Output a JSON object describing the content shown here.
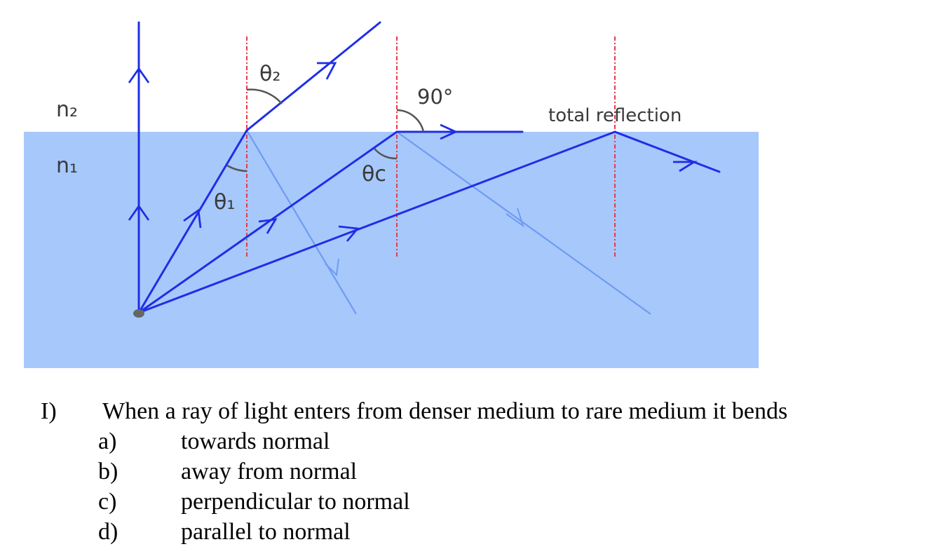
{
  "diagram": {
    "labels": {
      "n2": "n₂",
      "n1": "n₁",
      "theta2": "θ₂",
      "theta1": "θ₁",
      "thetac": "θc",
      "ninety": "90°",
      "total_reflection": "total reflection"
    },
    "colors": {
      "medium_fill": "#a7c8fb",
      "ray": "#1f2ee6",
      "faint_ray": "#6f9bf2",
      "normal_line": "#e83a4a",
      "source_dot": "#666666"
    }
  },
  "question": {
    "number": "I)",
    "text": "When a ray of light enters from denser medium to rare medium it bends",
    "options": [
      {
        "letter": "a)",
        "text": "towards normal"
      },
      {
        "letter": "b)",
        "text": "away from normal"
      },
      {
        "letter": "c)",
        "text": "perpendicular to normal"
      },
      {
        "letter": "d)",
        "text": "parallel to normal"
      }
    ]
  }
}
